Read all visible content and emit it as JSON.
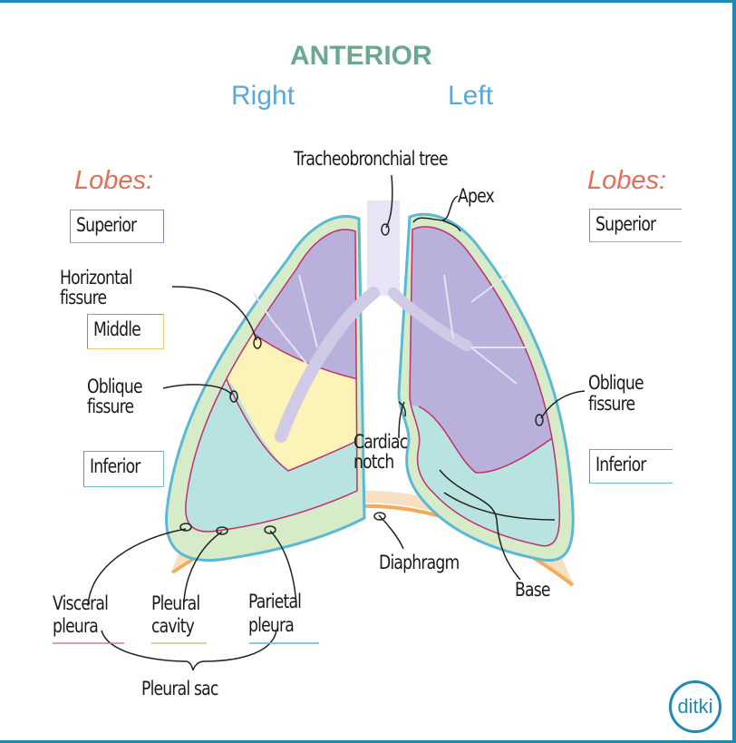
{
  "header": {
    "title": "ANTERIOR",
    "right": "Right",
    "left": "Left"
  },
  "lobes_heading": "Lobes:",
  "right_lobes": [
    "Superior",
    "Middle",
    "Inferior"
  ],
  "left_lobes": [
    "Superior",
    "Inferior"
  ],
  "labels": {
    "trachea": "Tracheobronchial tree",
    "apex": "Apex",
    "horizontal_fissure_1": "Horizontal",
    "horizontal_fissure_2": "fissure",
    "oblique_right_1": "Oblique",
    "oblique_right_2": "fissure",
    "oblique_left_1": "Oblique",
    "oblique_left_2": "fissure",
    "cardiac_1": "Cardiac",
    "cardiac_2": "notch",
    "diaphragm": "Diaphragm",
    "base": "Base",
    "visceral_1": "Visceral",
    "visceral_2": "pleura",
    "cavity_1": "Pleural",
    "cavity_2": "cavity",
    "parietal_1": "Parietal",
    "parietal_2": "pleura",
    "pleural_sac": "Pleural sac"
  },
  "logo": "ditki",
  "colors": {
    "frame": "#1f8bb0",
    "superior": "#b9b0db",
    "middle": "#fbf3b8",
    "inferior": "#b8e3e0",
    "cavity": "#d6ecc8",
    "diaphragm": "#f8dfc2"
  }
}
